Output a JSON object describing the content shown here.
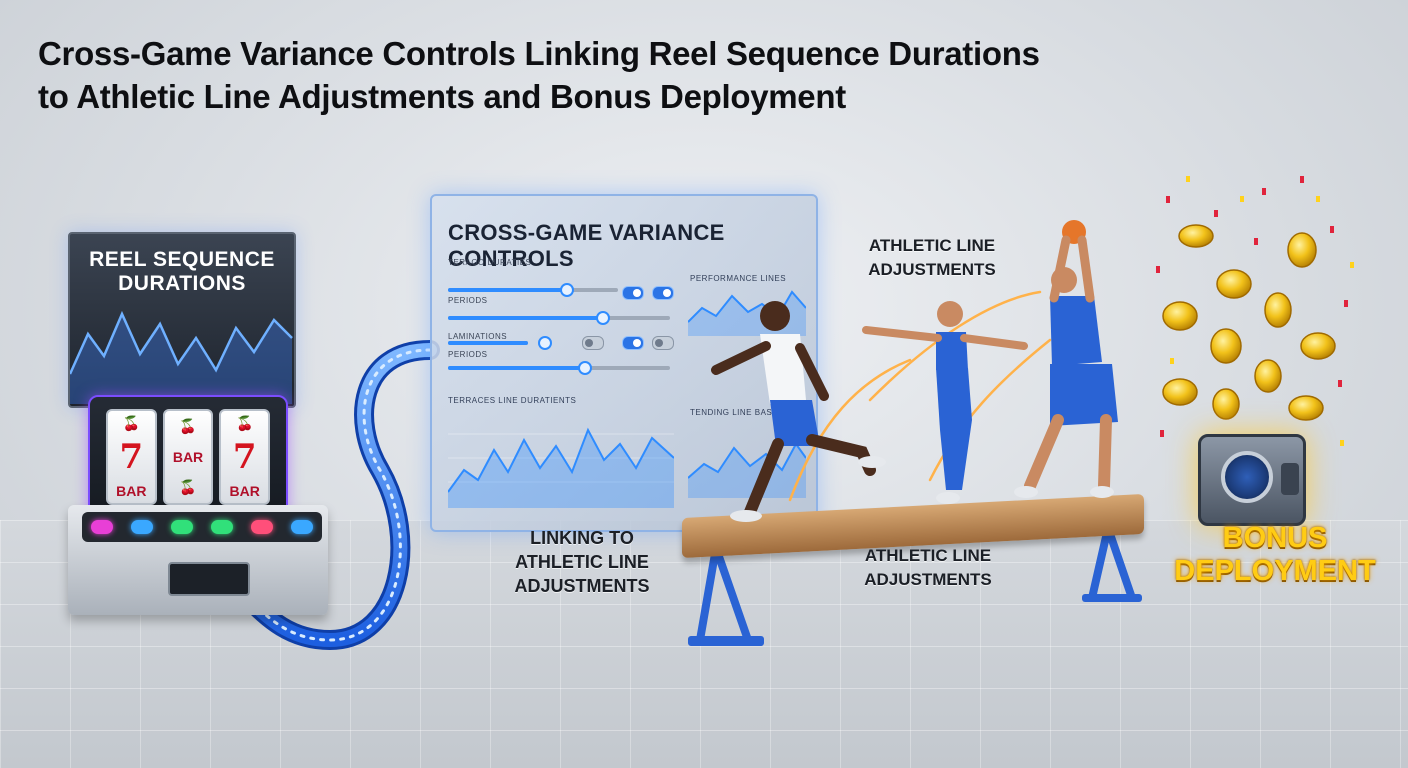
{
  "title": {
    "line1": "Cross-Game Variance Controls Linking Reel Sequence Durations",
    "line2": "to Athletic Line Adjustments and Bonus Deployment"
  },
  "slot_machine": {
    "screen_label_line1": "REEL SEQUENCE",
    "screen_label_line2": "DURATIONS",
    "reel_top": "🍒",
    "reel_middle": "7",
    "reel_bar": "BAR",
    "reel_bottom": "🍒"
  },
  "dashboard": {
    "title": "CROSS-GAME VARIANCE CONTROLS",
    "controls": [
      {
        "label": "TERAGO DURATIES",
        "fill": 0.55
      },
      {
        "label": "PERIODS",
        "fill": 0.68
      },
      {
        "label": "LAMINATIONS",
        "fill": 0.42
      },
      {
        "label": "PERIODS",
        "fill": 0.6
      }
    ],
    "panel_right_top": "PERFORMANCE LINES",
    "panel_left_bottom": "TERRACES LINE DURATIENTS",
    "panel_right_bottom": "TENDING LINE BASES"
  },
  "labels": {
    "linking_line1": "LINKING TO",
    "linking_line2": "ATHLETIC LINE",
    "linking_line3": "ADJUSTMENTS",
    "athletic_top_line1": "ATHLETIC LINE",
    "athletic_top_line2": "ADJUSTMENTS",
    "athletic_bottom_line1": "ATHLETIC LINE",
    "athletic_bottom_line2": "ADJUSTMENTS",
    "bonus_line1": "BONUS",
    "bonus_line2": "DEPLOYMENT"
  },
  "colors": {
    "accent_blue": "#2f8cff",
    "bonus_gold": "#ffcc14",
    "athlete_blue": "#2a63d4"
  }
}
